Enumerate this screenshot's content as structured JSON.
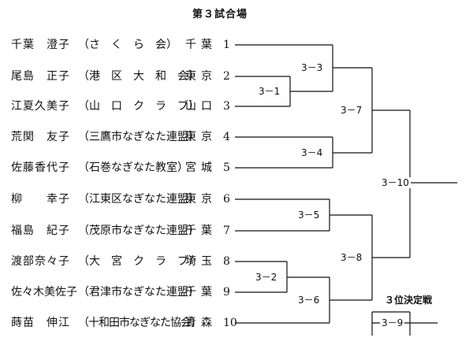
{
  "title": "第３試合場",
  "entrants": [
    {
      "name": "千葉　澄子",
      "club": "（さ　く　ら　会）",
      "pref": "千葉",
      "number": "1"
    },
    {
      "name": "尾島　正子",
      "club": "（港　区　大　和　会）",
      "pref": "東京",
      "number": "2"
    },
    {
      "name": "江夏久美子",
      "club": "（山　口　ク　ラ　ブ）",
      "pref": "山口",
      "number": "3"
    },
    {
      "name": "荒関　友子",
      "club": "（三鷹市なぎなた連盟）",
      "pref": "東京",
      "number": "4"
    },
    {
      "name": "佐藤香代子",
      "club": "（石巻なぎなた教室）",
      "pref": "宮城",
      "number": "5"
    },
    {
      "name": "柳　　幸子",
      "club": "（江東区なぎなた連盟）",
      "pref": "東京",
      "number": "6"
    },
    {
      "name": "福島　紀子",
      "club": "（茂原市なぎなた連盟）",
      "pref": "千葉",
      "number": "7"
    },
    {
      "name": "渡部奈々子",
      "club": "（大　宮　ク　ラ　ブ）",
      "pref": "埼玉",
      "number": "8"
    },
    {
      "name": "佐々木美佐子",
      "club": "（君津市なぎなた連盟）",
      "pref": "千葉",
      "number": "9"
    },
    {
      "name": "蒔苗　伸江",
      "club": "（十和田市なぎなた協会）",
      "pref": "青森",
      "number": "10"
    }
  ],
  "matches": {
    "m1": "3－1",
    "m2": "3－2",
    "m3": "3－3",
    "m4": "3－4",
    "m5": "3－5",
    "m6": "3－6",
    "m7": "3－7",
    "m8": "3－8",
    "m9": "3－9",
    "m10": "3－10"
  },
  "third_place_title": "３位決定戦"
}
